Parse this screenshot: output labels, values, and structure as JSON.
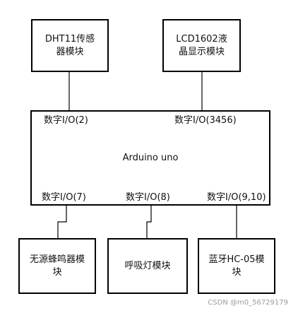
{
  "modules": {
    "dht11": {
      "line1": "DHT11传感",
      "line2": "器模块"
    },
    "lcd1602": {
      "line1": "LCD1602液",
      "line2": "晶显示模块"
    },
    "board": {
      "name": "Arduino uno"
    },
    "buzzer": {
      "line1": "无源蜂鸣器模",
      "line2": "块"
    },
    "breathing_light": {
      "line1": "呼吸灯模块"
    },
    "bluetooth": {
      "line1": "蓝牙HC-05模",
      "line2": "块"
    }
  },
  "ports": {
    "dht11": "数字I/O(2)",
    "lcd1602": "数字I/O(3456)",
    "buzzer": "数字I/O(7)",
    "breathing_light": "数字I/O(8)",
    "bluetooth": "数字I/O(9,10)"
  },
  "watermark": "CSDN @m0_56729179"
}
